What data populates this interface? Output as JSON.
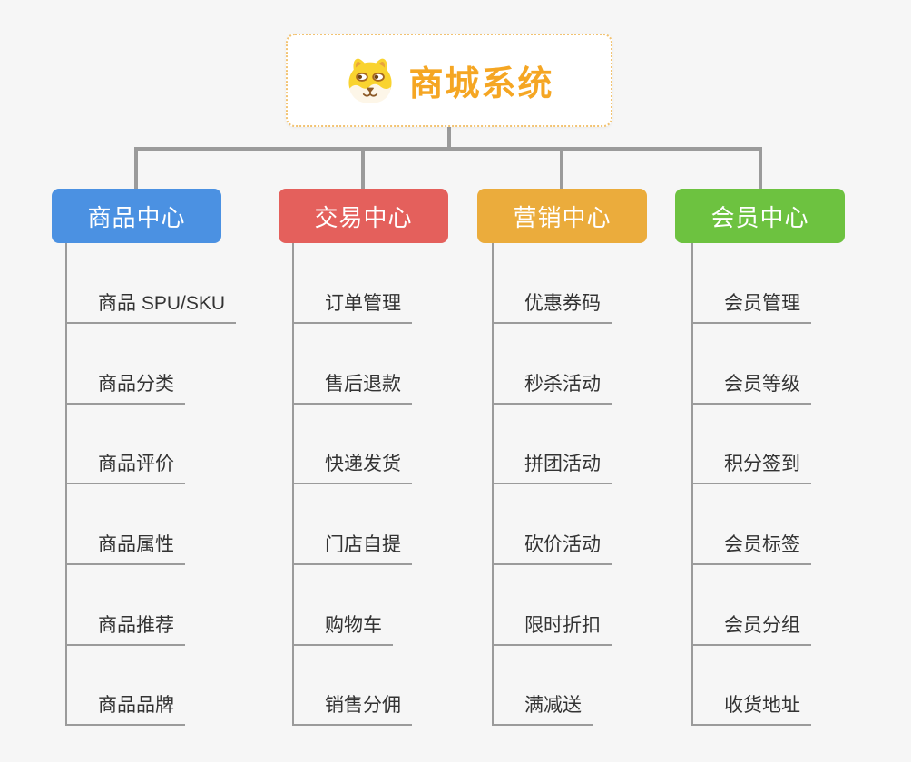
{
  "root": {
    "title": "商城系统",
    "icon": "doge-icon"
  },
  "branches": [
    {
      "label": "商品中心",
      "color": "#4B91E2",
      "children": [
        "商品 SPU/SKU",
        "商品分类",
        "商品评价",
        "商品属性",
        "商品推荐",
        "商品品牌"
      ]
    },
    {
      "label": "交易中心",
      "color": "#E4605C",
      "children": [
        "订单管理",
        "售后退款",
        "快递发货",
        "门店自提",
        "购物车",
        "销售分佣"
      ]
    },
    {
      "label": "营销中心",
      "color": "#EBAC3C",
      "children": [
        "优惠券码",
        "秒杀活动",
        "拼团活动",
        "砍价活动",
        "限时折扣",
        "满减送"
      ]
    },
    {
      "label": "会员中心",
      "color": "#6DC240",
      "children": [
        "会员管理",
        "会员等级",
        "积分签到",
        "会员标签",
        "会员分组",
        "收货地址"
      ]
    }
  ],
  "colors": {
    "background": "#F6F6F6",
    "connector": "#9B9B9B",
    "root_accent": "#F5A623",
    "root_border": "#F2C372",
    "leaf_text": "#333333"
  }
}
